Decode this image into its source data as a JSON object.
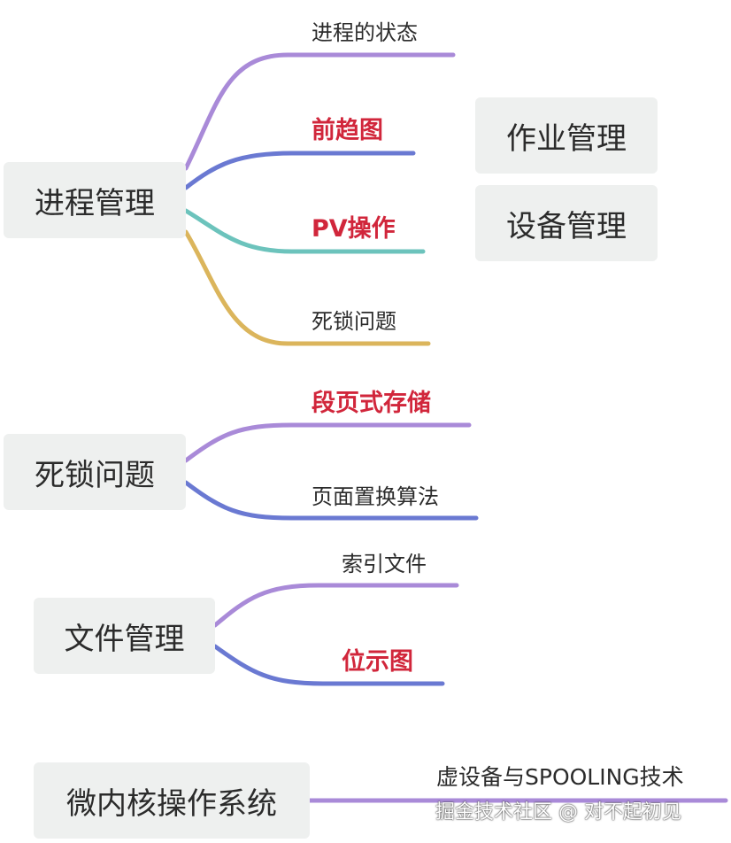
{
  "colors": {
    "purple": "#a98ad8",
    "blue": "#6a79d2",
    "teal": "#6cc3bc",
    "gold": "#dbb55c",
    "highlight": "#d1263b",
    "node_bg": "#eef0ef"
  },
  "groups": [
    {
      "root": "进程管理",
      "children": [
        {
          "label": "进程的状态",
          "highlight": false
        },
        {
          "label": "前趋图",
          "highlight": true
        },
        {
          "label": "PV操作",
          "highlight": true
        },
        {
          "label": "死锁问题",
          "highlight": false
        }
      ]
    },
    {
      "root": "死锁问题",
      "children": [
        {
          "label": "段页式存储",
          "highlight": true
        },
        {
          "label": "页面置换算法",
          "highlight": false
        }
      ]
    },
    {
      "root": "文件管理",
      "children": [
        {
          "label": "索引文件",
          "highlight": false
        },
        {
          "label": "位示图",
          "highlight": true
        }
      ]
    },
    {
      "root": "微内核操作系统",
      "children": [
        {
          "label": "虚设备与SPOOLING技术",
          "highlight": false
        }
      ]
    }
  ],
  "standalone_nodes": [
    "作业管理",
    "设备管理"
  ],
  "watermark": "掘金技术社区 @ 对不起初见"
}
